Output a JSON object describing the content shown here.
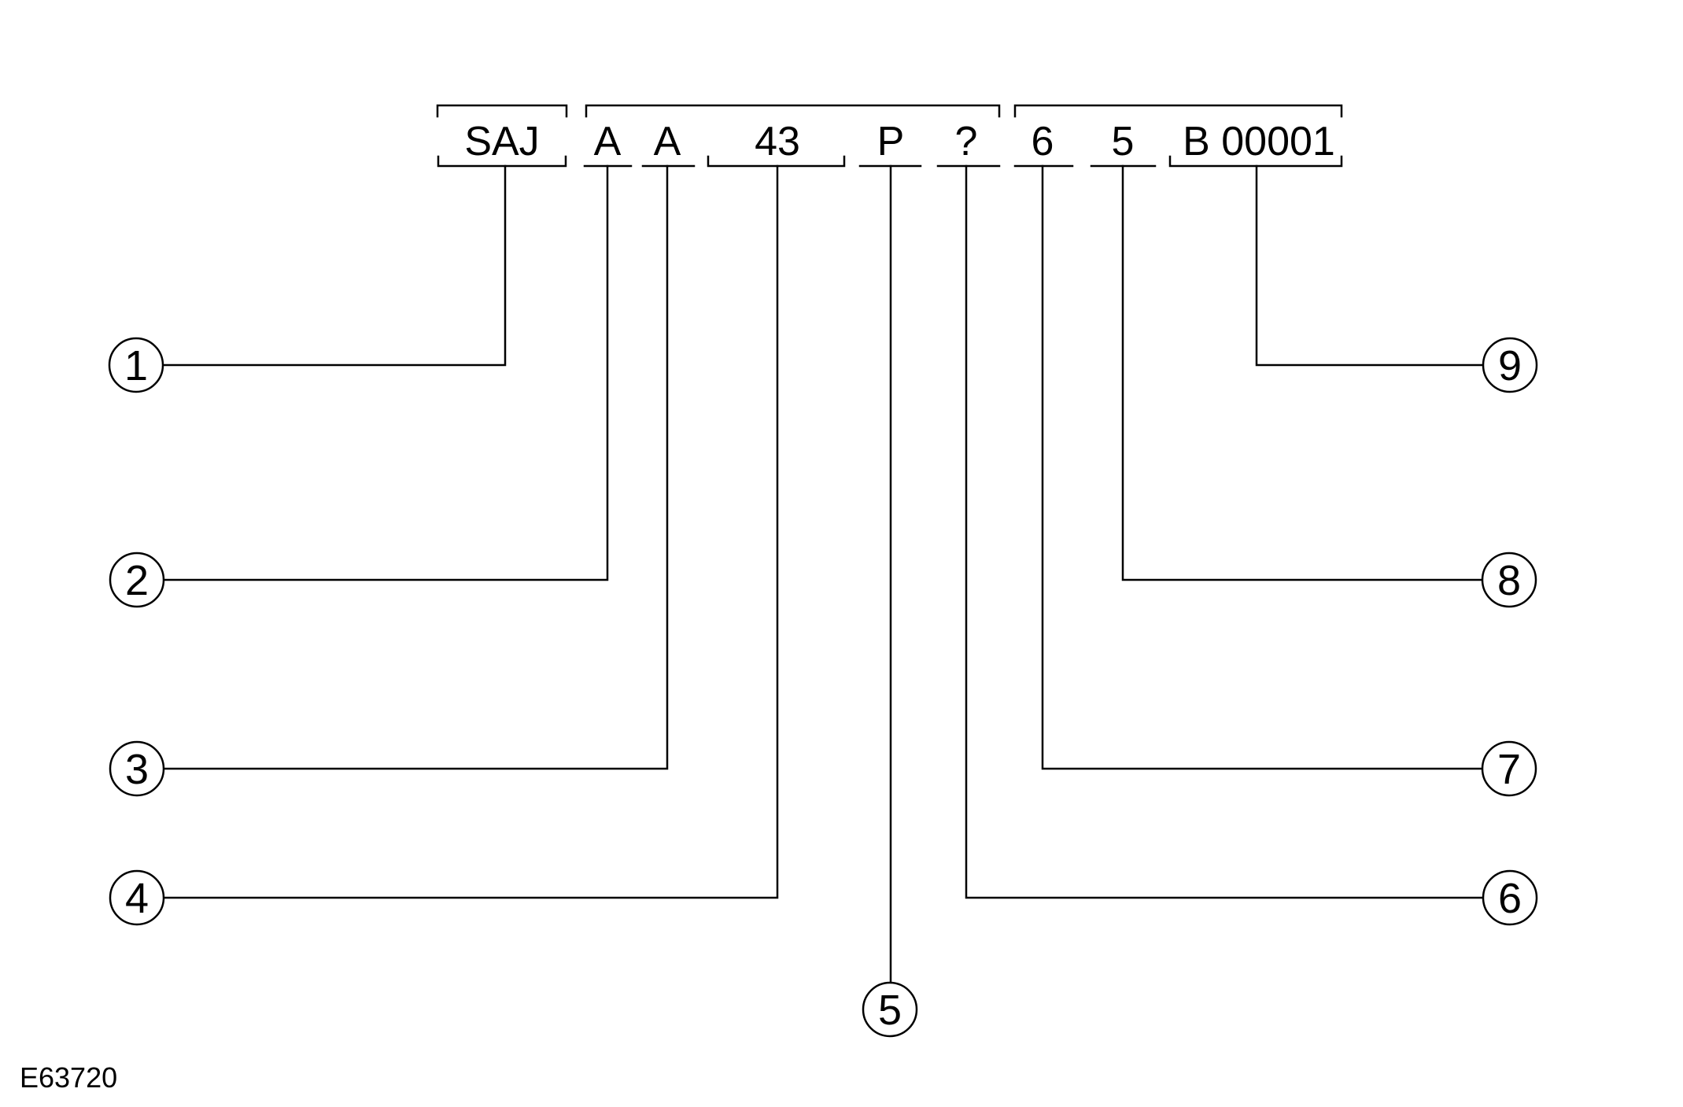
{
  "diagram": {
    "figure_code": "E63720",
    "segments": [
      {
        "text": "SAJ",
        "callout": "1"
      },
      {
        "text": "A",
        "callout": "2"
      },
      {
        "text": "A",
        "callout": "3"
      },
      {
        "text": "43",
        "callout": "4"
      },
      {
        "text": "P",
        "callout": "5"
      },
      {
        "text": "?",
        "callout": "6"
      },
      {
        "text": "6",
        "callout": "7"
      },
      {
        "text": "5",
        "callout": "8"
      },
      {
        "text": "B 00001",
        "callout": "9"
      }
    ],
    "colors": {
      "line": "#000000",
      "background": "#ffffff"
    }
  }
}
